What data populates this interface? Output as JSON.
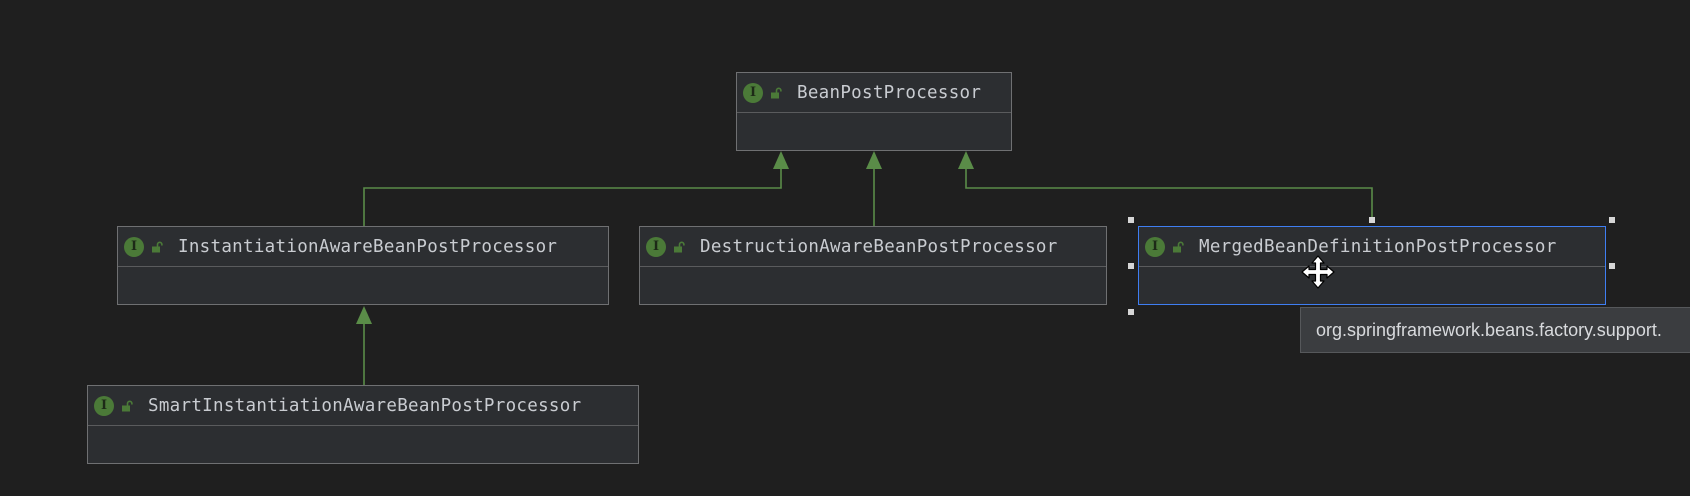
{
  "diagram": {
    "nodes": [
      {
        "id": "BeanPostProcessor",
        "label": "BeanPostProcessor",
        "kind": "interface",
        "selected": false
      },
      {
        "id": "InstantiationAwareBeanPostProcessor",
        "label": "InstantiationAwareBeanPostProcessor",
        "kind": "interface",
        "selected": false
      },
      {
        "id": "DestructionAwareBeanPostProcessor",
        "label": "DestructionAwareBeanPostProcessor",
        "kind": "interface",
        "selected": false
      },
      {
        "id": "MergedBeanDefinitionPostProcessor",
        "label": "MergedBeanDefinitionPostProcessor",
        "kind": "interface",
        "selected": true
      },
      {
        "id": "SmartInstantiationAwareBeanPostProcessor",
        "label": "SmartInstantiationAwareBeanPostProcessor",
        "kind": "interface",
        "selected": false
      }
    ],
    "edges": [
      {
        "from": "InstantiationAwareBeanPostProcessor",
        "to": "BeanPostProcessor",
        "type": "extends"
      },
      {
        "from": "DestructionAwareBeanPostProcessor",
        "to": "BeanPostProcessor",
        "type": "extends"
      },
      {
        "from": "MergedBeanDefinitionPostProcessor",
        "to": "BeanPostProcessor",
        "type": "extends"
      },
      {
        "from": "SmartInstantiationAwareBeanPostProcessor",
        "to": "InstantiationAwareBeanPostProcessor",
        "type": "extends"
      }
    ],
    "icons": {
      "interface_glyph": "I",
      "interface_icon": "interface-icon",
      "visibility_icon": "unlock-icon",
      "cursor_icon": "move-cursor-icon"
    },
    "tooltip": {
      "text": "org.springframework.beans.factory.support."
    },
    "colors": {
      "background": "#1f1f1f",
      "node_fill": "#2c2e31",
      "node_border": "#6f7072",
      "selection_border": "#3f7ef2",
      "edge": "#5a8c48",
      "interface_badge": "#4b7a38",
      "text": "#c9ccd1"
    }
  }
}
